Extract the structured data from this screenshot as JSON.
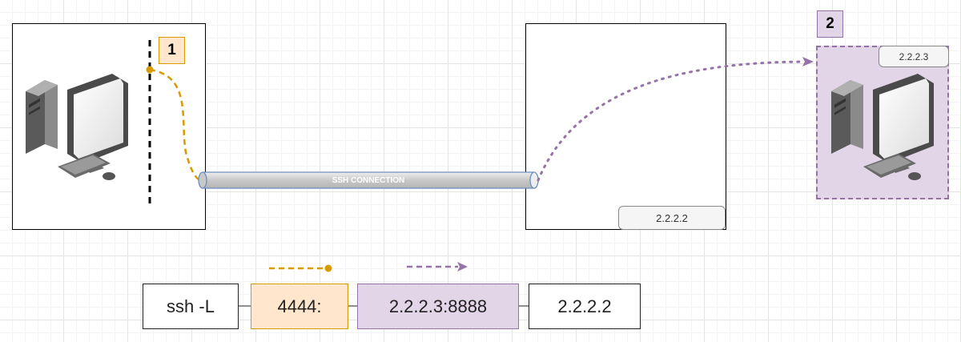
{
  "badges": {
    "firewall": "1",
    "target": "2"
  },
  "tunnel": {
    "label": "SSH CONNECTION"
  },
  "hosts": {
    "server": {
      "ip": "2.2.2.2"
    },
    "target": {
      "ip": "2.2.2.3"
    }
  },
  "command": {
    "ssh": "ssh -L",
    "local_port": "4444:",
    "destination": "2.2.2.3:8888",
    "ssh_host": "2.2.2.2"
  },
  "colors": {
    "local_forward": "#d79b00",
    "remote_forward": "#9673a6",
    "tunnel_fill": "#d6d6d6",
    "tunnel_stroke": "#6c8ebf"
  },
  "icons": [
    "desktop-computer-icon",
    "desktop-computer-icon"
  ]
}
